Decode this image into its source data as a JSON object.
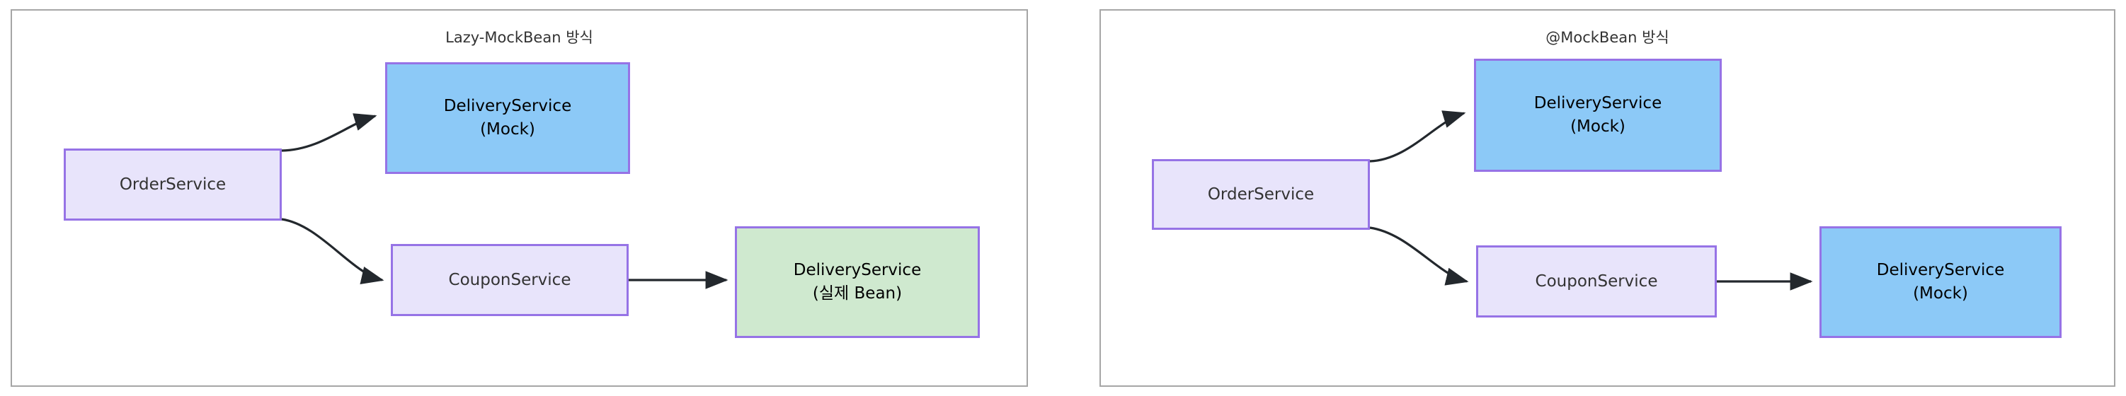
{
  "diagram": {
    "background_color": "#ffffff",
    "panel_border_color": "#a6a6a6",
    "edge_color": "#23282d",
    "colors": {
      "lavender_fill": "#e8e4fb",
      "blue_fill": "#8cc9f7",
      "green_fill": "#cfe9cf",
      "node_border": "#9673e6"
    }
  },
  "panels": [
    {
      "id": "lazy-mockbean",
      "title": "Lazy-MockBean 방식",
      "nodes": [
        {
          "id": "order-service",
          "label_line1": "OrderService",
          "label_line2": "",
          "style": "lavender"
        },
        {
          "id": "delivery-mock",
          "label_line1": "DeliveryService",
          "label_line2": "(Mock)",
          "style": "blue"
        },
        {
          "id": "coupon-service",
          "label_line1": "CouponService",
          "label_line2": "",
          "style": "lavender"
        },
        {
          "id": "delivery-real",
          "label_line1": "DeliveryService",
          "label_line2": "(실제 Bean)",
          "style": "green"
        }
      ],
      "edges": [
        {
          "from": "order-service",
          "to": "delivery-mock",
          "kind": "curve"
        },
        {
          "from": "order-service",
          "to": "coupon-service",
          "kind": "curve"
        },
        {
          "from": "coupon-service",
          "to": "delivery-real",
          "kind": "straight"
        }
      ]
    },
    {
      "id": "mockbean",
      "title": "@MockBean 방식",
      "nodes": [
        {
          "id": "order-service-2",
          "label_line1": "OrderService",
          "label_line2": "",
          "style": "lavender"
        },
        {
          "id": "delivery-mock-2",
          "label_line1": "DeliveryService",
          "label_line2": "(Mock)",
          "style": "blue"
        },
        {
          "id": "coupon-service-2",
          "label_line1": "CouponService",
          "label_line2": "",
          "style": "lavender"
        },
        {
          "id": "delivery-mock-3",
          "label_line1": "DeliveryService",
          "label_line2": "(Mock)",
          "style": "blue"
        }
      ],
      "edges": [
        {
          "from": "order-service-2",
          "to": "delivery-mock-2",
          "kind": "curve"
        },
        {
          "from": "order-service-2",
          "to": "coupon-service-2",
          "kind": "curve"
        },
        {
          "from": "coupon-service-2",
          "to": "delivery-mock-3",
          "kind": "straight"
        }
      ]
    }
  ]
}
